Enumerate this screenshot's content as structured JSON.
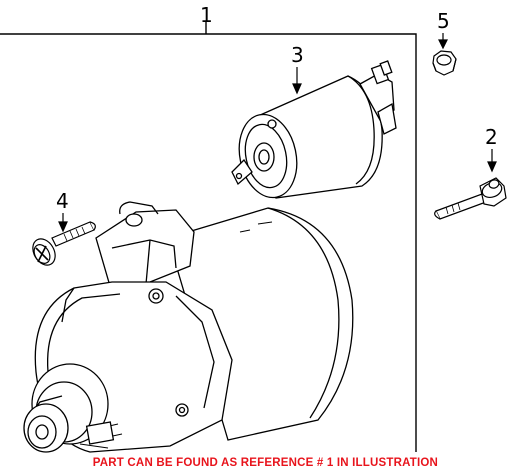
{
  "callouts": [
    {
      "id": "1",
      "label": "1"
    },
    {
      "id": "2",
      "label": "2"
    },
    {
      "id": "3",
      "label": "3"
    },
    {
      "id": "4",
      "label": "4"
    },
    {
      "id": "5",
      "label": "5"
    }
  ],
  "footer": {
    "note": "PART CAN BE FOUND AS REFERENCE # 1 IN ILLUSTRATION",
    "color": "#e8141c"
  }
}
